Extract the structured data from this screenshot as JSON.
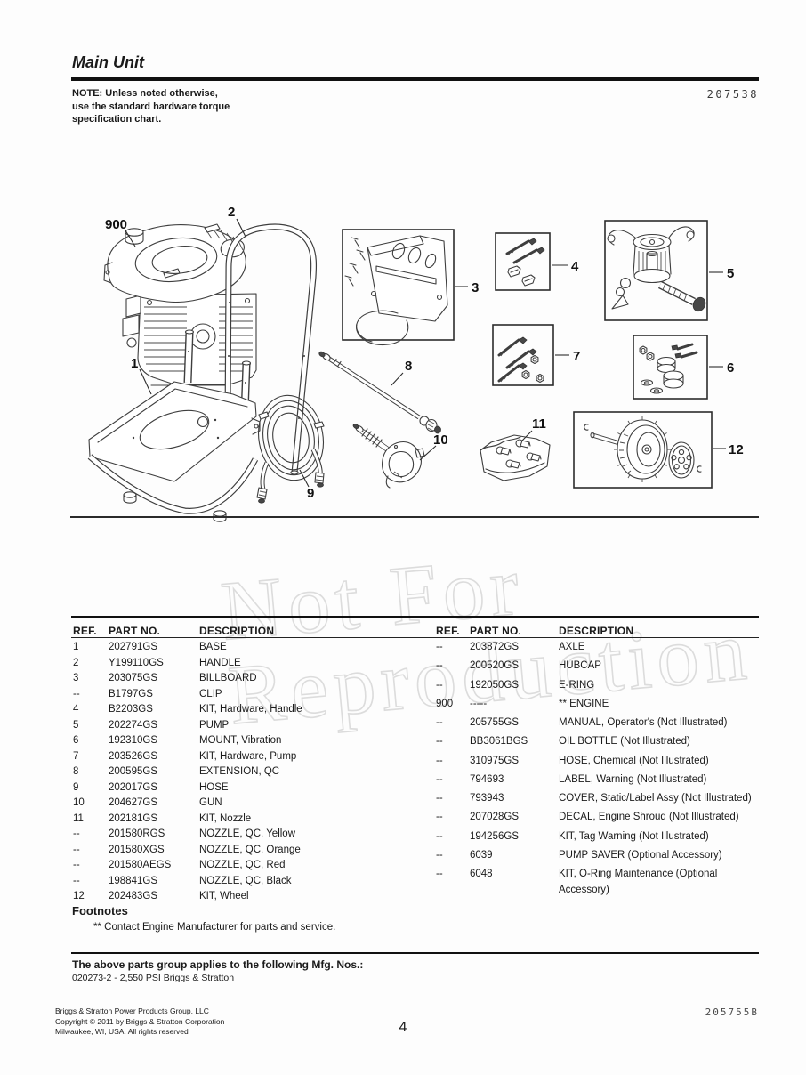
{
  "header": {
    "title": "Main Unit",
    "doc_number": "207538",
    "note_lines": [
      "NOTE: Unless noted otherwise,",
      "use the standard hardware torque",
      "specification chart."
    ]
  },
  "watermark": {
    "line1": "Not For",
    "line2": "Reproduction"
  },
  "diagram": {
    "callouts": {
      "engine": "900",
      "base": "1",
      "handle": "2",
      "billboard": "3",
      "hardware_handle_kit": "4",
      "pump": "5",
      "vibration_mount_kit": "6",
      "hardware_pump_kit": "7",
      "extension": "8",
      "hose": "9",
      "gun": "10",
      "nozzle_kit": "11",
      "wheel_kit": "12"
    }
  },
  "parts_table": {
    "headers": [
      "REF.",
      "PART NO.",
      "DESCRIPTION"
    ],
    "left_rows": [
      [
        "1",
        "202791GS",
        "BASE"
      ],
      [
        "2",
        "Y199110GS",
        "HANDLE"
      ],
      [
        "3",
        "203075GS",
        "BILLBOARD"
      ],
      [
        "--",
        "B1797GS",
        "CLIP"
      ],
      [
        "4",
        "B2203GS",
        "KIT, Hardware, Handle"
      ],
      [
        "5",
        "202274GS",
        "PUMP"
      ],
      [
        "6",
        "192310GS",
        "MOUNT, Vibration"
      ],
      [
        "7",
        "203526GS",
        "KIT, Hardware, Pump"
      ],
      [
        "8",
        "200595GS",
        "EXTENSION, QC"
      ],
      [
        "9",
        "202017GS",
        "HOSE"
      ],
      [
        "10",
        "204627GS",
        "GUN"
      ],
      [
        "11",
        "202181GS",
        "KIT, Nozzle"
      ],
      [
        "--",
        "201580RGS",
        "NOZZLE, QC, Yellow"
      ],
      [
        "--",
        "201580XGS",
        "NOZZLE, QC, Orange"
      ],
      [
        "--",
        "201580AEGS",
        "NOZZLE, QC, Red"
      ],
      [
        "--",
        "198841GS",
        "NOZZLE, QC, Black"
      ],
      [
        "12",
        "202483GS",
        "KIT, Wheel"
      ]
    ],
    "right_rows": [
      [
        "--",
        "203872GS",
        "AXLE"
      ],
      [
        "--",
        "200520GS",
        "HUBCAP"
      ],
      [
        "--",
        "192050GS",
        "E-RING"
      ],
      [
        "900",
        "-----",
        "** ENGINE"
      ],
      [
        "--",
        "205755GS",
        "MANUAL, Operator's (Not Illustrated)"
      ],
      [
        "--",
        "BB3061BGS",
        "OIL BOTTLE (Not Illustrated)"
      ],
      [
        "--",
        "310975GS",
        "HOSE, Chemical (Not Illustrated)"
      ],
      [
        "--",
        "794693",
        "LABEL, Warning (Not Illustrated)"
      ],
      [
        "--",
        "793943",
        "COVER, Static/Label Assy (Not Illustrated)"
      ],
      [
        "--",
        "207028GS",
        "DECAL, Engine Shroud (Not Illustrated)"
      ],
      [
        "--",
        "194256GS",
        "KIT, Tag Warning (Not Illustrated)"
      ],
      [
        "--",
        "6039",
        "PUMP SAVER (Optional Accessory)"
      ],
      [
        "--",
        "6048",
        "KIT, O-Ring Maintenance (Optional Accessory)"
      ]
    ]
  },
  "footnotes": {
    "heading": "Footnotes",
    "items": [
      "** Contact Engine Manufacturer for parts and service."
    ]
  },
  "mfg_section": {
    "heading": "The above parts group applies to the following Mfg. Nos.:",
    "models": [
      "020273-2 - 2,550 PSI Briggs & Stratton"
    ]
  },
  "footer": {
    "company_lines": [
      "Briggs & Stratton Power Products Group, LLC",
      "Copyright © 2011 by Briggs & Stratton Corporation",
      "Milwaukee, WI, USA. All rights reserved"
    ],
    "page_number": "4",
    "doc_code": "205755B"
  }
}
